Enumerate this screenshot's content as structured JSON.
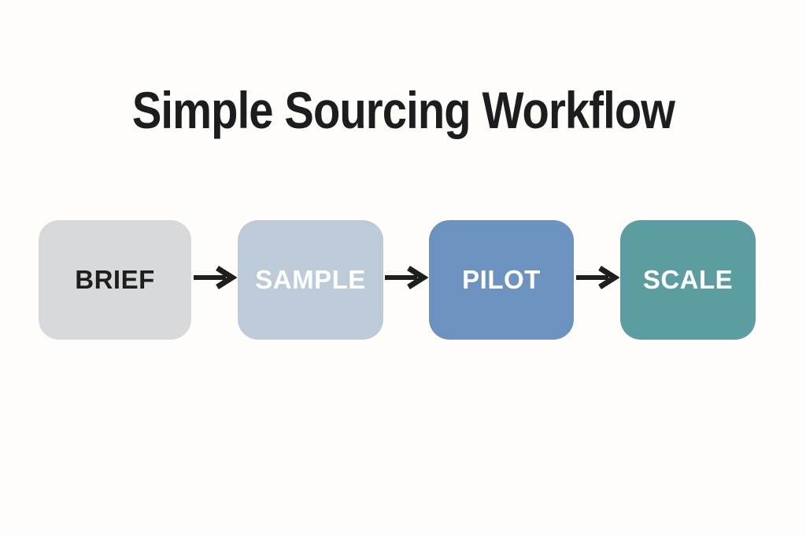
{
  "page": {
    "background": "#FFFDF9"
  },
  "title": {
    "text": "Simple Sourcing Workflow",
    "color": "#1D1D1F"
  },
  "workflow": {
    "steps": [
      {
        "label": "BRIEF",
        "fill": "#D7D9DB",
        "text_color": "#1E1E1E"
      },
      {
        "label": "SAMPLE",
        "fill": "#BDCBD9",
        "text_color": "#FFFFFF"
      },
      {
        "label": "PILOT",
        "fill": "#6C92BF",
        "text_color": "#FFFFFF"
      },
      {
        "label": "SCALE",
        "fill": "#5C9DA2",
        "text_color": "#FFFFFF"
      }
    ],
    "arrow": {
      "icon": "arrow-right-icon",
      "color": "#1E1E1E"
    }
  }
}
